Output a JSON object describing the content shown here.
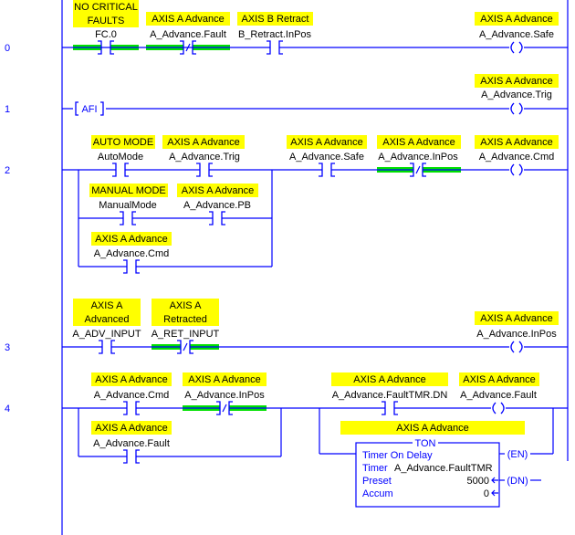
{
  "colors": {
    "wire": "#0000ff",
    "highlight": "#00e000",
    "description_bg": "#ffff00"
  },
  "rungs": [
    {
      "number": "0",
      "instructions": [
        {
          "type": "XIC",
          "description": "NO CRITICAL\nFAULTS",
          "tag": "FC.0",
          "energized": true
        },
        {
          "type": "XIO",
          "description": "AXIS A Advance",
          "tag": "A_Advance.Fault",
          "energized": true
        },
        {
          "type": "XIC",
          "description": "AXIS B Retract",
          "tag": "B_Retract.InPos",
          "energized": false
        },
        {
          "type": "OTE",
          "description": "AXIS A Advance",
          "tag": "A_Advance.Safe",
          "energized": false
        }
      ]
    },
    {
      "number": "1",
      "instructions": [
        {
          "type": "AFI",
          "label": "AFI"
        },
        {
          "type": "OTE",
          "description": "AXIS A Advance",
          "tag": "A_Advance.Trig",
          "energized": false
        }
      ]
    },
    {
      "number": "2",
      "instructions": [
        {
          "type": "XIC",
          "description": "AUTO MODE",
          "tag": "AutoMode",
          "energized": false
        },
        {
          "type": "XIC",
          "description": "AXIS A Advance",
          "tag": "A_Advance.Trig",
          "energized": false
        },
        {
          "type": "XIC",
          "description": "MANUAL MODE",
          "tag": "ManualMode",
          "energized": false
        },
        {
          "type": "XIC",
          "description": "AXIS A Advance",
          "tag": "A_Advance.PB",
          "energized": false
        },
        {
          "type": "XIC",
          "description": "AXIS A Advance",
          "tag": "A_Advance.Cmd",
          "energized": false
        },
        {
          "type": "XIC",
          "description": "AXIS A Advance",
          "tag": "A_Advance.Safe",
          "energized": false
        },
        {
          "type": "XIO",
          "description": "AXIS A Advance",
          "tag": "A_Advance.InPos",
          "energized": true
        },
        {
          "type": "OTE",
          "description": "AXIS A Advance",
          "tag": "A_Advance.Cmd",
          "energized": false
        }
      ]
    },
    {
      "number": "3",
      "instructions": [
        {
          "type": "XIC",
          "description": "AXIS A\nAdvanced",
          "tag": "A_ADV_INPUT",
          "energized": false
        },
        {
          "type": "XIO",
          "description": "AXIS A\nRetracted",
          "tag": "A_RET_INPUT",
          "energized": true
        },
        {
          "type": "OTE",
          "description": "AXIS A Advance",
          "tag": "A_Advance.InPos",
          "energized": false
        }
      ]
    },
    {
      "number": "4",
      "instructions": [
        {
          "type": "XIC",
          "description": "AXIS A Advance",
          "tag": "A_Advance.Cmd",
          "energized": false
        },
        {
          "type": "XIO",
          "description": "AXIS A Advance",
          "tag": "A_Advance.InPos",
          "energized": true
        },
        {
          "type": "XIC",
          "description": "AXIS A Advance",
          "tag": "A_Advance.Fault",
          "energized": false
        },
        {
          "type": "XIC",
          "description": "AXIS A Advance",
          "tag": "A_Advance.FaultTMR.DN",
          "energized": false
        },
        {
          "type": "OTE",
          "description": "AXIS A Advance",
          "tag": "A_Advance.Fault",
          "energized": false
        }
      ],
      "timer": {
        "description": "AXIS A Advance",
        "mnemonic": "TON",
        "title": "Timer On Delay",
        "timer_label": "Timer",
        "timer_tag": "A_Advance.FaultTMR",
        "preset_label": "Preset",
        "preset": "5000",
        "accum_label": "Accum",
        "accum": "0",
        "en_label": "(EN)",
        "dn_label": "(DN)"
      }
    }
  ]
}
